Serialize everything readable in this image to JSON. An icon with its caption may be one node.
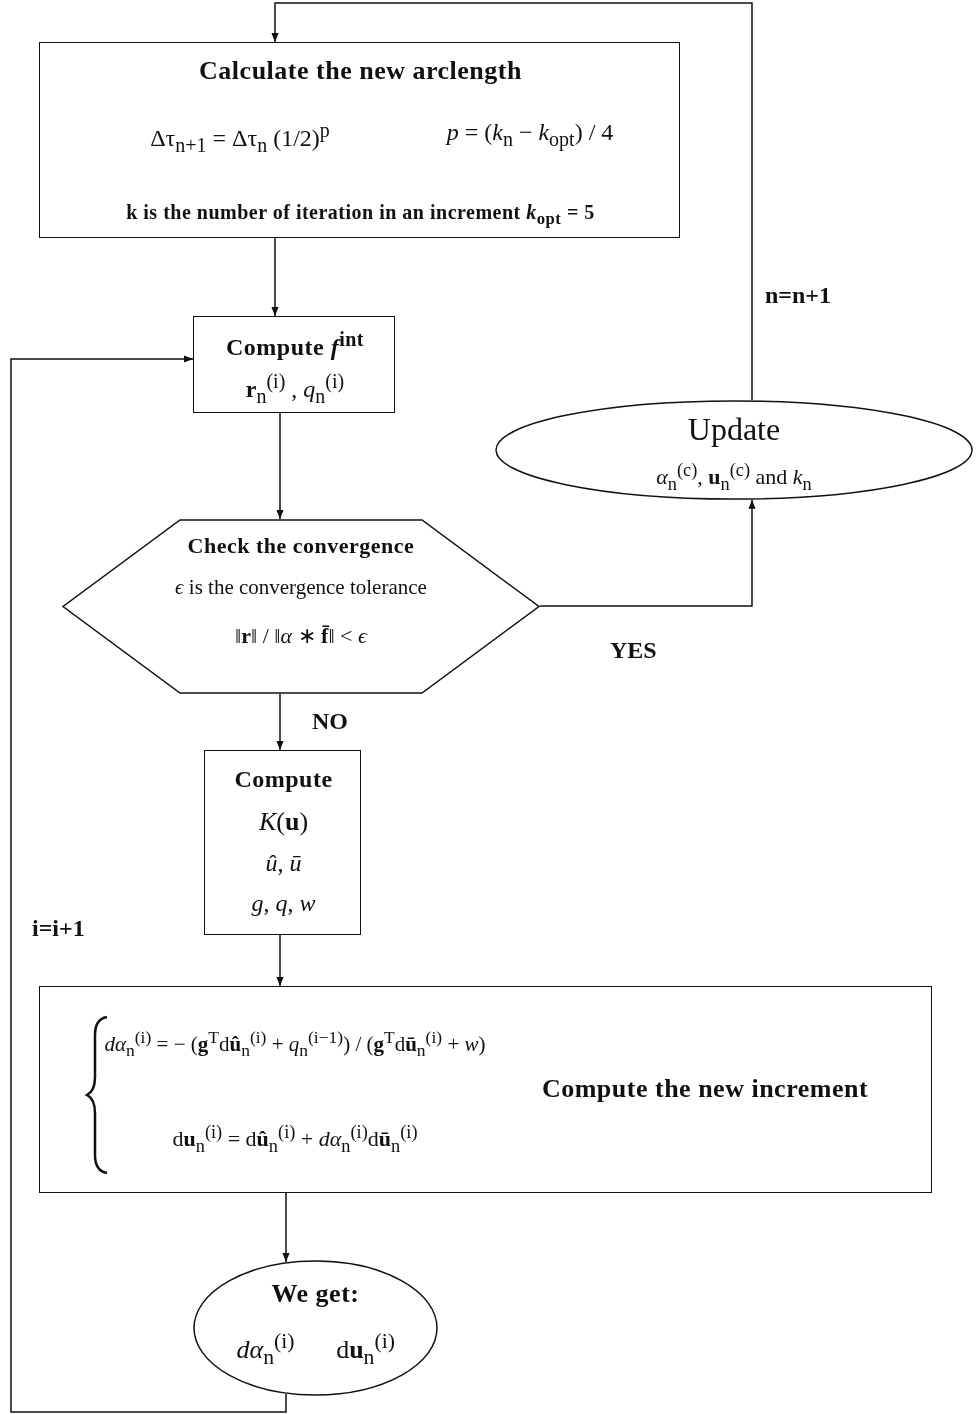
{
  "diagram": {
    "nodes": [
      {
        "text": [
          "Calculate the new arclength",
          "Δτ$_{n+1}$ = Δτ$_{n}$ (1/2)$^{p}$",
          "*p* = (*k*$_{n}$ − *k*$_{opt}$) / 4",
          "k is the number of iteration in an increment *k*$_{opt}$ = 5"
        ]
      },
      {
        "text": [
          "Compute *f*$^{int}$",
          "**r**$_{n}$$^{(i)}$ , *q*$_{n}$$^{(i)}$"
        ]
      },
      {
        "text": [
          "Check the convergence",
          "*ϵ* is the convergence tolerance",
          "‖**r**‖ / ‖*α* ∗ **f̄**‖ < *ϵ*"
        ]
      },
      {
        "text": [
          "Update",
          "*α*$_{n}$$^{(c)}$, **u**$_{n}$$^{(c)}$ and *k*$_{n}$"
        ]
      },
      {
        "text": [
          "Compute",
          "*K*(**u**)",
          "*û*, *ū*",
          "*g*, *q*, *w*"
        ]
      },
      {
        "text": [
          "*dα*$_{n}$$^{(i)}$ = − (**g**$^{T}$d**û**$_{n}$$^{(i)}$ + *q*$_{n}$$^{(i−1)}$) / (**g**$^{T}$d**ū**$_{n}$$^{(i)}$ + *w*)",
          "d**u**$_{n}$$^{(i)}$ = d**û**$_{n}$$^{(i)}$ + *dα*$_{n}$$^{(i)}$d**ū**$_{n}$$^{(i)}$",
          "Compute the new increment"
        ]
      },
      {
        "text": [
          "We get:",
          "*dα*$_{n}$$^{(i)}$",
          "d**u**$_{n}$$^{(i)}$"
        ]
      }
    ],
    "edges": [
      {
        "from": 0,
        "to": 1,
        "arrow": "to"
      },
      {
        "from": 1,
        "to": 2,
        "arrow": "to"
      },
      {
        "from": 2,
        "to": 3,
        "arrow": "to",
        "label": "YES"
      },
      {
        "from": 3,
        "to": 0,
        "arrow": "to",
        "label": "n=n+1"
      },
      {
        "from": 2,
        "to": 4,
        "arrow": "to",
        "label": "NO"
      },
      {
        "from": 4,
        "to": 5,
        "arrow": "to"
      },
      {
        "from": 5,
        "to": 6,
        "arrow": "to"
      },
      {
        "from": 6,
        "to": 1,
        "arrow": "to",
        "label": "i=i+1"
      }
    ]
  }
}
